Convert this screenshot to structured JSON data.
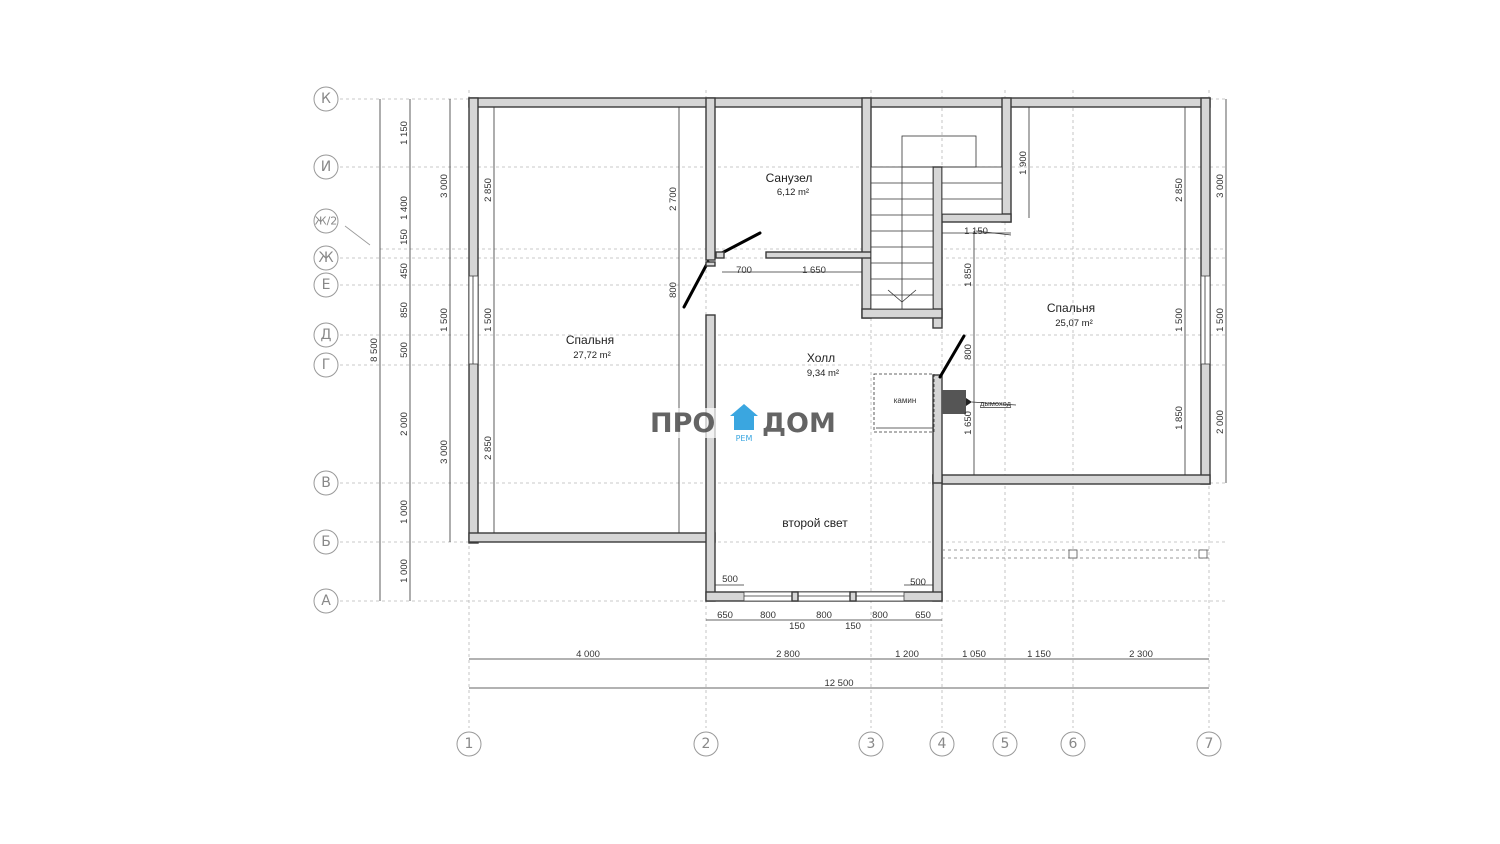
{
  "rows": [
    {
      "label": "К"
    },
    {
      "label": "И"
    },
    {
      "label": "Ж/2"
    },
    {
      "label": "Ж"
    },
    {
      "label": "Е"
    },
    {
      "label": "Д"
    },
    {
      "label": "Г"
    },
    {
      "label": "В"
    },
    {
      "label": "Б"
    },
    {
      "label": "А"
    }
  ],
  "columns": [
    {
      "label": "1"
    },
    {
      "label": "2"
    },
    {
      "label": "3"
    },
    {
      "label": "4"
    },
    {
      "label": "5"
    },
    {
      "label": "6"
    },
    {
      "label": "7"
    }
  ],
  "rooms": [
    {
      "name": "Спальня",
      "area": "27,72 m²"
    },
    {
      "name": "Санузел",
      "area": "6,12 m²"
    },
    {
      "name": "Холл",
      "area": "9,34 m²"
    },
    {
      "name": "Спальня",
      "area": "25,07 m²"
    },
    {
      "name": "второй свет",
      "area": ""
    }
  ],
  "labels": {
    "fireplace": "камин",
    "chimney": "дымоход"
  },
  "dims": {
    "left_outer": "8 500",
    "left_col2": [
      "1 150",
      "1 400",
      "150",
      "450",
      "850",
      "500",
      "2 000",
      "1 000",
      "1 000"
    ],
    "left_col3": [
      "3 000",
      "1 500",
      "3 000"
    ],
    "left_inner": [
      "2 850",
      "1 500",
      "2 850"
    ],
    "right_inner": [
      "2 850",
      "1 500",
      "1 850"
    ],
    "right_outer": [
      "3 000",
      "1 500",
      "2 000"
    ],
    "bottom_row1": [
      "4 000",
      "2 800",
      "1 200",
      "1 050",
      "1 150",
      "2 300"
    ],
    "bottom_total": "12 500",
    "window_bottom": [
      "650",
      "800",
      "800",
      "800",
      "650"
    ],
    "window_mullions": [
      "150",
      "150"
    ],
    "window_reveal": [
      "500",
      "500"
    ],
    "interior": [
      "2 700",
      "800",
      "700",
      "1 650",
      "1 900",
      "1 150",
      "1 850",
      "800",
      "1 650"
    ]
  },
  "watermark": {
    "left": "ПРО",
    "right": "ДОМ",
    "sub": "РЕМ"
  },
  "colors": {
    "wall": "#d6d6d6",
    "wall_stroke": "#3a3a3a",
    "accent": "#3aa6e0"
  }
}
